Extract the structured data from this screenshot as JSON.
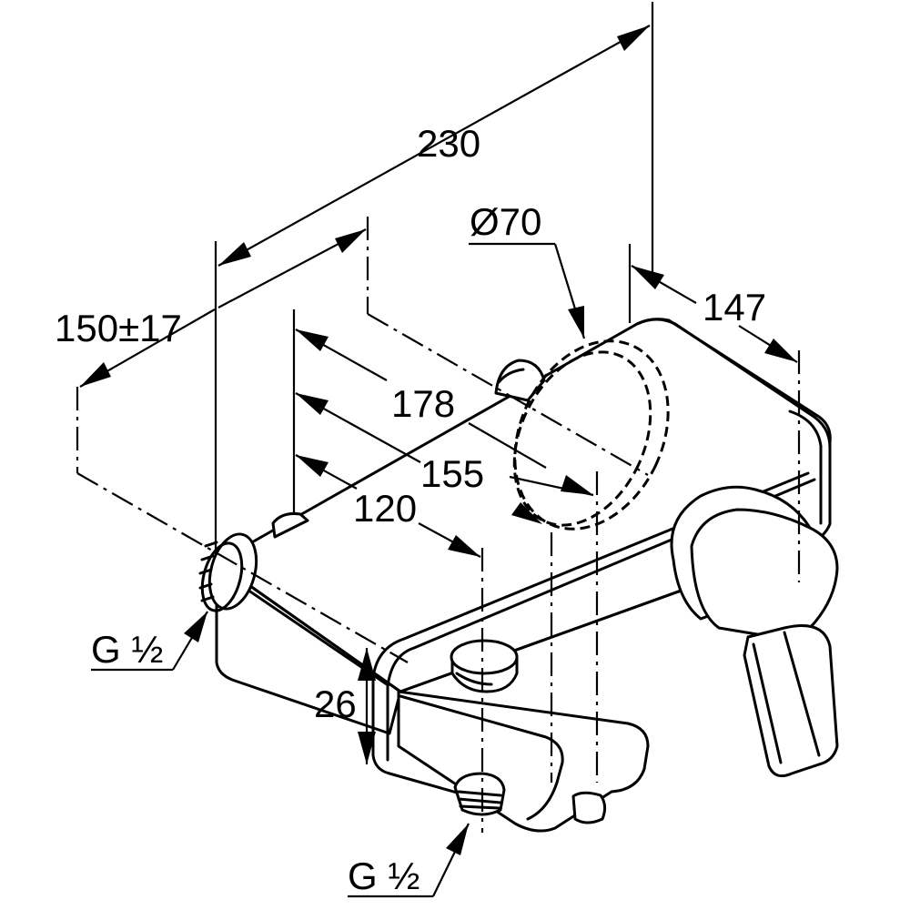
{
  "dimensions": {
    "overall_depth": "230",
    "inlet_spacing": "150±17",
    "handle_diameter": "Ø70",
    "body_height": "147",
    "distance_178": "178",
    "distance_155": "155",
    "distance_120": "120",
    "spout_height": "26"
  },
  "threads": {
    "inlet": "G ½",
    "outlet": "G ½"
  },
  "colors": {
    "line": "#000000",
    "background": "#ffffff"
  }
}
